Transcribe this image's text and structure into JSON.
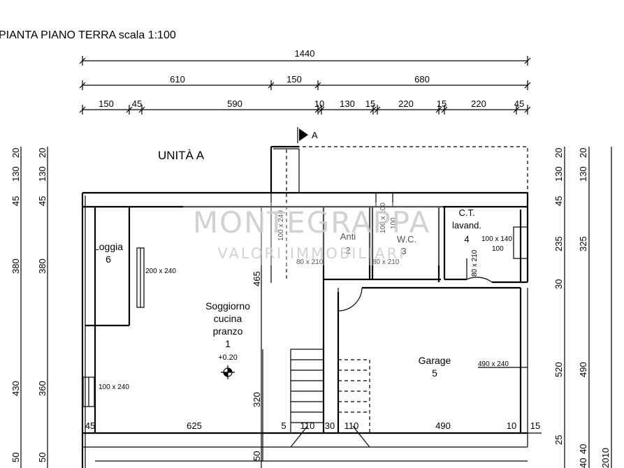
{
  "title": "PIANTA PIANO TERRA scala 1:100",
  "unit_label": "UNITÀ A",
  "section_marker": "A",
  "watermark": {
    "line1": "MONTEGRAPPA",
    "line2": "VALORI IMMOBILIARI"
  },
  "dims_top": {
    "row1": [
      "1440"
    ],
    "row2": [
      "610",
      "150",
      "680"
    ],
    "row3": [
      "150",
      "45",
      "590",
      "10",
      "130",
      "15",
      "220",
      "15",
      "220",
      "45"
    ]
  },
  "dims_bottom": [
    "45",
    "625",
    "5",
    "110",
    "30",
    "110",
    "490",
    "10",
    "15"
  ],
  "dims_left_outer": [
    "20",
    "130",
    "45",
    "380",
    "430",
    "50"
  ],
  "dims_left_inner": [
    "20",
    "130",
    "45",
    "380",
    "360",
    "50"
  ],
  "dims_right1": [
    "20",
    "130",
    "45",
    "235",
    "30",
    "520",
    "25"
  ],
  "dims_right2": [
    "20",
    "130",
    "325",
    "490",
    "40",
    "40"
  ],
  "dims_right3": [
    "2010"
  ],
  "rooms": {
    "loggia": {
      "name": "Loggia",
      "num": "6"
    },
    "living": {
      "line1": "Soggiorno",
      "line2": "cucina",
      "line3": "pranzo",
      "num": "1",
      "level": "+0.20"
    },
    "anti": {
      "name": "Anti",
      "num": "2"
    },
    "wc": {
      "name": "W.C.",
      "num": "3"
    },
    "ct": {
      "line1": "C.T.",
      "line2": "lavand.",
      "num": "4"
    },
    "garage": {
      "name": "Garage",
      "num": "5"
    }
  },
  "openings": {
    "loggia_window": "200 x 240",
    "living_window": "100 x 240",
    "stair_window": "100 x 240",
    "anti_door": "80 x 210",
    "wc_door": "80 x 210",
    "wc_window_a": "100 x 100",
    "wc_window_b": "100",
    "ct_window_a": "100 x 140",
    "ct_window_b": "100",
    "ct_door": "80 x 210",
    "garage_door": "490 x 240"
  },
  "inner_dims": {
    "living_depth": "465",
    "stair_length": "320",
    "stair_bottom": "50"
  }
}
